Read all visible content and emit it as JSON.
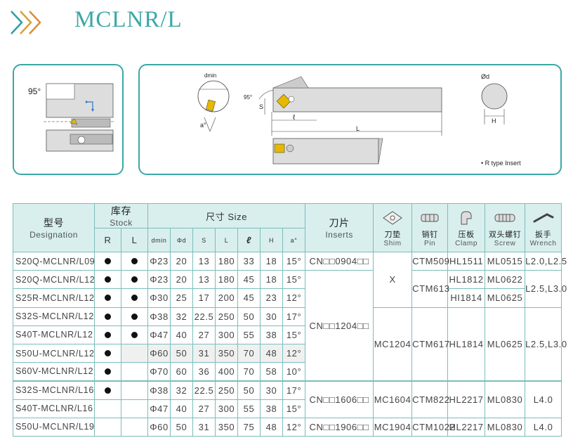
{
  "header": {
    "title": "MCLNR/L"
  },
  "diagram": {
    "approach_angle": "95°",
    "dim_labels": {
      "dmin": "dmin",
      "angle": "95°",
      "s": "S",
      "l": "ℓ",
      "L": "L",
      "a": "a°",
      "phi_d": "Ød",
      "H": "H"
    },
    "note": "• R type Insert"
  },
  "table": {
    "headers": {
      "designation_zh": "型号",
      "designation_en": "Designation",
      "stock_zh": "库存",
      "stock_en": "Stock",
      "R": "R",
      "L": "L",
      "size_zh": "尺寸 Size",
      "size_cols": [
        "dmin",
        "Φd",
        "S",
        "L",
        "ℓ",
        "H",
        "a°"
      ],
      "inserts_zh": "刀片",
      "inserts_en": "Inserts",
      "shim_zh": "刀垫",
      "shim_en": "Shim",
      "pin_zh": "销钉",
      "pin_en": "Pin",
      "clamp_zh": "压板",
      "clamp_en": "Clamp",
      "screw_zh": "双头螺钉",
      "screw_en": "Screw",
      "wrench_zh": "扳手",
      "wrench_en": "Wrench"
    },
    "rows": [
      {
        "designation": "S20Q-MCLNR/L09",
        "R": true,
        "L": "180",
        "dmin": "Φ23",
        "d": "20",
        "S": "13",
        "l": "33",
        "H": "18",
        "a": "15°"
      },
      {
        "designation": "S20Q-MCLNR/L12",
        "R": true,
        "L": "180",
        "dmin": "Φ23",
        "d": "20",
        "S": "13",
        "l": "45",
        "H": "18",
        "a": "15°"
      },
      {
        "designation": "S25R-MCLNR/L12",
        "R": true,
        "L": "200",
        "dmin": "Φ30",
        "d": "25",
        "S": "17",
        "l": "45",
        "H": "23",
        "a": "12°"
      },
      {
        "designation": "S32S-MCLNR/L12",
        "R": true,
        "L": "250",
        "dmin": "Φ38",
        "d": "32",
        "S": "22.5",
        "l": "50",
        "H": "30",
        "a": "17°"
      },
      {
        "designation": "S40T-MCLNR/L12",
        "R": true,
        "L": "300",
        "dmin": "Φ47",
        "d": "40",
        "S": "27",
        "l": "55",
        "H": "38",
        "a": "15°"
      },
      {
        "designation": "S50U-MCLNR/L12",
        "R": true,
        "L": "350",
        "dmin": "Φ60",
        "d": "50",
        "S": "31",
        "l": "70",
        "H": "48",
        "a": "12°"
      },
      {
        "designation": "S60V-MCLNR/L12",
        "R": true,
        "L": "400",
        "dmin": "Φ70",
        "d": "60",
        "S": "36",
        "l": "70",
        "H": "58",
        "a": "10°"
      },
      {
        "designation": "S32S-MCLNR/L16",
        "R": true,
        "L": "250",
        "dmin": "Φ38",
        "d": "32",
        "S": "22.5",
        "l": "50",
        "H": "30",
        "a": "17°"
      },
      {
        "designation": "S40T-MCLNR/L16",
        "R": false,
        "L": "300",
        "dmin": "Φ47",
        "d": "40",
        "S": "27",
        "l": "55",
        "H": "38",
        "a": "15°"
      },
      {
        "designation": "S50U-MCLNR/L19",
        "R": false,
        "L": "350",
        "dmin": "Φ60",
        "d": "50",
        "S": "31",
        "l": "75",
        "H": "48",
        "a": "12°"
      }
    ],
    "parts": {
      "insert_09": "CN□□0904□□",
      "insert_12": "CN□□1204□□",
      "insert_16": "CN□□1606□□",
      "insert_19": "CN□□1906□□",
      "shim_x": "X",
      "shim_12": "MC1204",
      "shim_16": "MC1604",
      "shim_19": "MC1904",
      "pin_509": "CTM509",
      "pin_613": "CTM613",
      "pin_617": "CTM617",
      "pin_822": "CTM822",
      "pin_1022": "CTM1022",
      "clamp_1511": "HL1511",
      "clamp_1812": "HL1812",
      "clamp_1814a": "HI1814",
      "clamp_1814b": "HL1814",
      "clamp_2217a": "HL2217",
      "clamp_2217b": "HL2217",
      "screw_0515": "ML0515",
      "screw_0622": "ML0622",
      "screw_0625a": "ML0625",
      "screw_0625b": "ML0625",
      "screw_0830a": "ML0830",
      "screw_0830b": "ML0830",
      "wrench_a": "L2.0,L2.5",
      "wrench_b": "L2.5,L3.0",
      "wrench_c": "L2.5,L3.0",
      "wrench_d": "L4.0",
      "wrench_e": "L4.0"
    }
  }
}
